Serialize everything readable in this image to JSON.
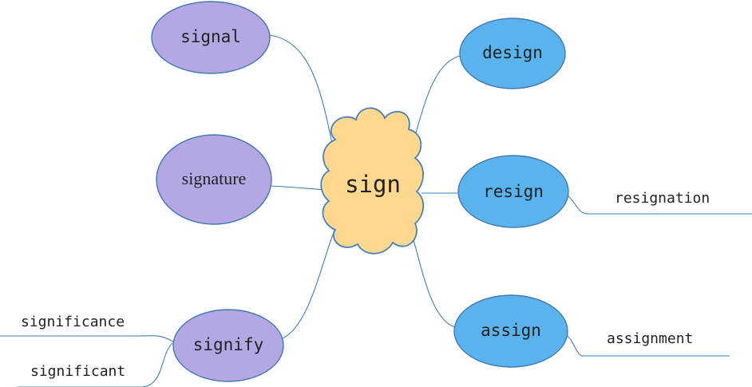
{
  "colors": {
    "center_fill": "#fed88f",
    "center_stroke": "#4a80b8",
    "left_node_fill": "#b4a7e3",
    "left_node_stroke": "#3f79ad",
    "right_node_fill": "#5bb3ee",
    "right_node_stroke": "#3f79ad",
    "edge": "#3f7fae"
  },
  "center": {
    "label": "sign"
  },
  "nodes": {
    "signal": {
      "label": "signal"
    },
    "signature": {
      "label": "signature"
    },
    "signify": {
      "label": "signify"
    },
    "design": {
      "label": "design"
    },
    "resign": {
      "label": "resign"
    },
    "assign": {
      "label": "assign"
    }
  },
  "leaves": {
    "significance": {
      "label": "significance"
    },
    "significant": {
      "label": "significant"
    },
    "resignation": {
      "label": "resignation"
    },
    "assignment": {
      "label": "assignment"
    }
  }
}
